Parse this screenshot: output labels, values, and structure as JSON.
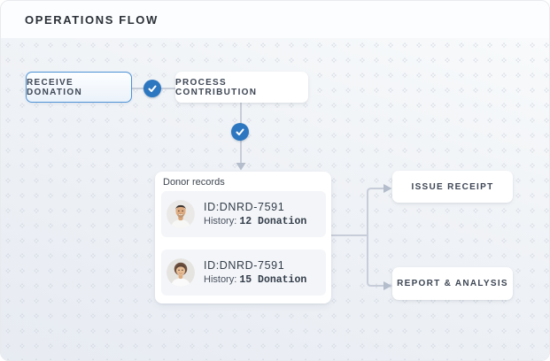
{
  "header": {
    "title": "OPERATIONS FLOW"
  },
  "nodes": {
    "receive": "RECEIVE DONATION",
    "process": "PROCESS CONTRIBUTION",
    "issue": "ISSUE RECEIPT",
    "report": "REPORT & ANALYSIS"
  },
  "donor_panel": {
    "title": "Donor records",
    "records": [
      {
        "id": "ID:DNRD-7591",
        "history_label": "History:",
        "history_value": "12 Donation"
      },
      {
        "id": "ID:DNRD-7591",
        "history_label": "History:",
        "history_value": "15 Donation"
      }
    ]
  },
  "icons": {
    "check_1": "check-icon",
    "check_2": "check-icon"
  },
  "colors": {
    "accent_blue": "#2d77c0",
    "active_node_border": "#4e92d6",
    "connector": "#c7cdd9",
    "arrowhead": "#b4bdcb",
    "canvas_dot": "#c9cfdb",
    "canvas_bg_top": "#f8fafb",
    "canvas_bg_bottom": "#e7ebf2"
  }
}
